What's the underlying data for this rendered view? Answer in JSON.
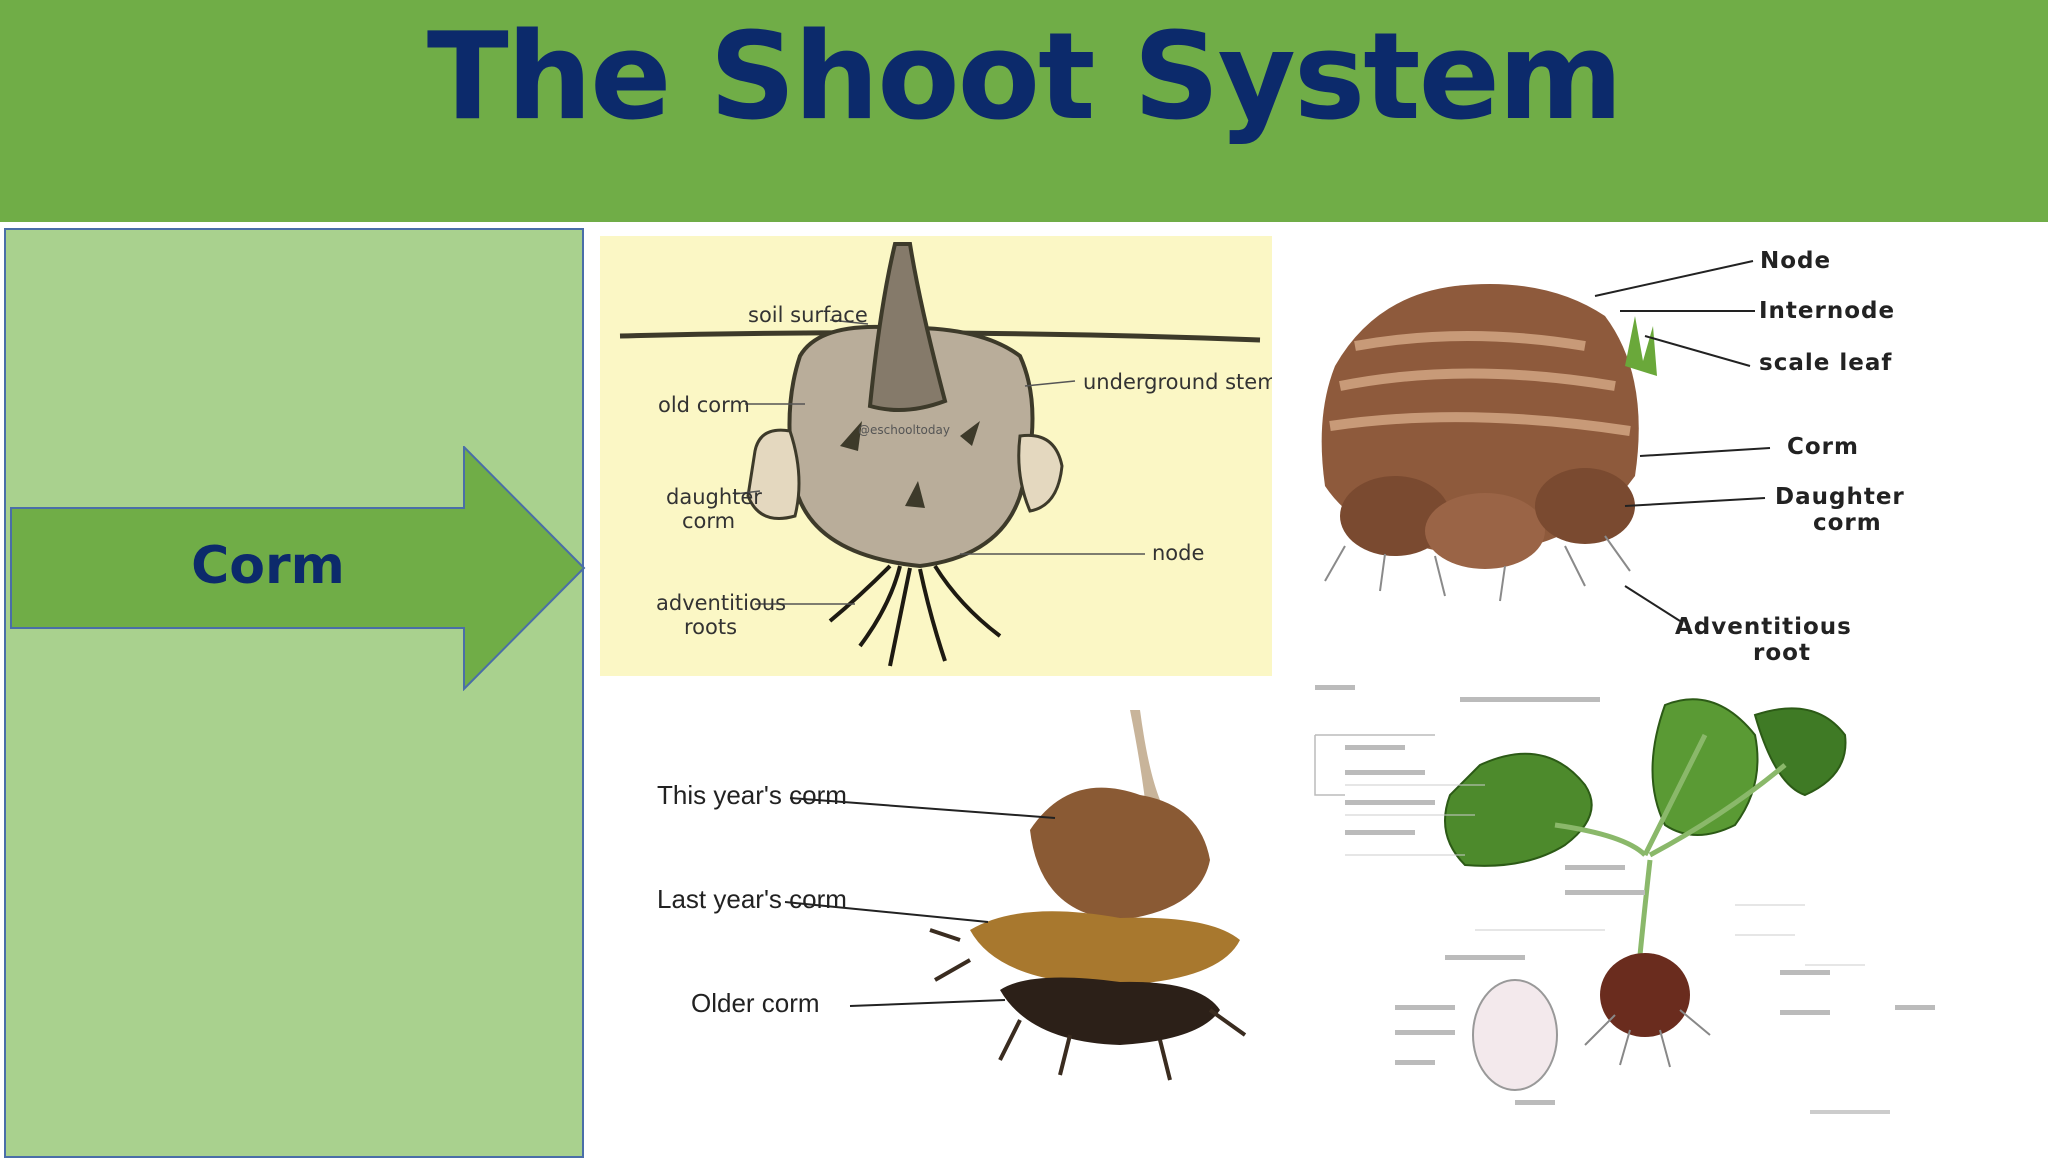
{
  "slide": {
    "title": "The Shoot System",
    "arrow_label": "Corm"
  },
  "colors": {
    "header": "#70ad47",
    "title": "#0c2a6b",
    "side_panel": "#a9d18e",
    "arrow": "#70ad47",
    "diagram1_bg": "#fbf7c5"
  },
  "diagram1": {
    "soil_surface": "soil surface",
    "old_corm": "old corm",
    "underground_stem": "underground stem",
    "daughter_corm_1": "daughter",
    "daughter_corm_2": "corm",
    "node": "node",
    "adventitious_1": "adventitious",
    "adventitious_2": "roots",
    "watermark": "@eschooltoday"
  },
  "diagram2": {
    "node": "Node",
    "internode": "Internode",
    "scale_leaf": "scale leaf",
    "corm": "Corm",
    "daughter_1": "Daughter",
    "daughter_2": "corm",
    "adventitious_1": "Adventitious",
    "adventitious_2": "root"
  },
  "diagram3": {
    "this_year": "This year's corm",
    "last_year": "Last year's corm",
    "older": "Older corm"
  }
}
